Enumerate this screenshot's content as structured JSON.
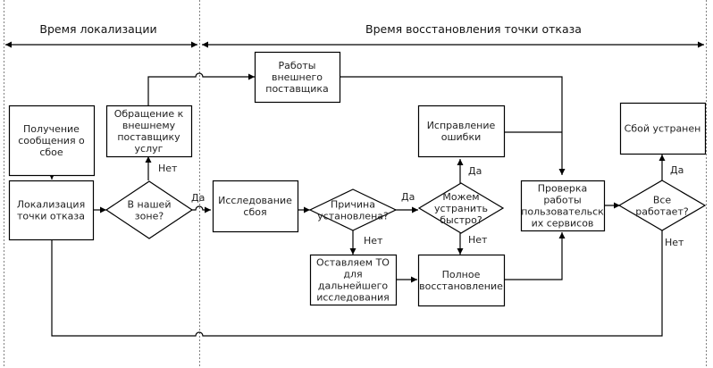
{
  "diagram": {
    "type": "flowchart",
    "colors": {
      "line": "#000000",
      "text": "#222222",
      "divider": "#808080",
      "background": "#ffffff"
    },
    "phases": [
      {
        "id": "localization",
        "label": "Время локализации"
      },
      {
        "id": "recovery",
        "label": "Время восстановления точки отказа"
      }
    ],
    "nodes": {
      "receive": {
        "shape": "process",
        "lines": [
          "Получение",
          "сообщения о",
          "сбое"
        ]
      },
      "localize": {
        "shape": "process",
        "lines": [
          "Локализация",
          "точки отказа"
        ]
      },
      "inZone": {
        "shape": "decision",
        "lines": [
          "В нашей",
          "зоне?"
        ]
      },
      "contactVendor": {
        "shape": "process",
        "lines": [
          "Обращение к",
          "внешнему",
          "поставщику",
          "услуг"
        ]
      },
      "vendorWork": {
        "shape": "process",
        "lines": [
          "Работы",
          "внешнего",
          "поставщика"
        ]
      },
      "investigate": {
        "shape": "process",
        "lines": [
          "Исследование",
          "сбоя"
        ]
      },
      "causeFound": {
        "shape": "decision",
        "lines": [
          "Причина",
          "установлена?"
        ]
      },
      "keepFP": {
        "shape": "process",
        "lines": [
          "Оставляем ТО",
          "для",
          "дальнейшего",
          "исследования"
        ]
      },
      "fixQuick": {
        "shape": "decision",
        "lines": [
          "Можем",
          "устранить",
          "быстро?"
        ]
      },
      "fixError": {
        "shape": "process",
        "lines": [
          "Исправление",
          "ошибки"
        ]
      },
      "fullRestore": {
        "shape": "process",
        "lines": [
          "Полное",
          "восстановление"
        ]
      },
      "checkServices": {
        "shape": "process",
        "lines": [
          "Проверка",
          "работы",
          "пользовательск",
          "их сервисов"
        ]
      },
      "allWorks": {
        "shape": "decision",
        "lines": [
          "Все",
          "работает?"
        ]
      },
      "resolved": {
        "shape": "terminal-process",
        "lines": [
          "Сбой устранен"
        ]
      }
    },
    "edges": [
      {
        "from": "receive",
        "to": "localize",
        "label": ""
      },
      {
        "from": "localize",
        "to": "inZone",
        "label": ""
      },
      {
        "from": "inZone",
        "to": "contactVendor",
        "label": "Нет"
      },
      {
        "from": "inZone",
        "to": "investigate",
        "label": "Да"
      },
      {
        "from": "contactVendor",
        "to": "vendorWork",
        "label": ""
      },
      {
        "from": "vendorWork",
        "to": "checkServices",
        "label": ""
      },
      {
        "from": "investigate",
        "to": "causeFound",
        "label": ""
      },
      {
        "from": "causeFound",
        "to": "fixQuick",
        "label": "Да"
      },
      {
        "from": "causeFound",
        "to": "keepFP",
        "label": "Нет"
      },
      {
        "from": "fixQuick",
        "to": "fixError",
        "label": "Да"
      },
      {
        "from": "fixQuick",
        "to": "fullRestore",
        "label": "Нет"
      },
      {
        "from": "keepFP",
        "to": "fullRestore",
        "label": ""
      },
      {
        "from": "fixError",
        "to": "checkServices",
        "label": ""
      },
      {
        "from": "fullRestore",
        "to": "checkServices",
        "label": ""
      },
      {
        "from": "checkServices",
        "to": "allWorks",
        "label": ""
      },
      {
        "from": "allWorks",
        "to": "resolved",
        "label": "Да"
      },
      {
        "from": "allWorks",
        "to": "localize",
        "label": "Нет"
      }
    ]
  }
}
